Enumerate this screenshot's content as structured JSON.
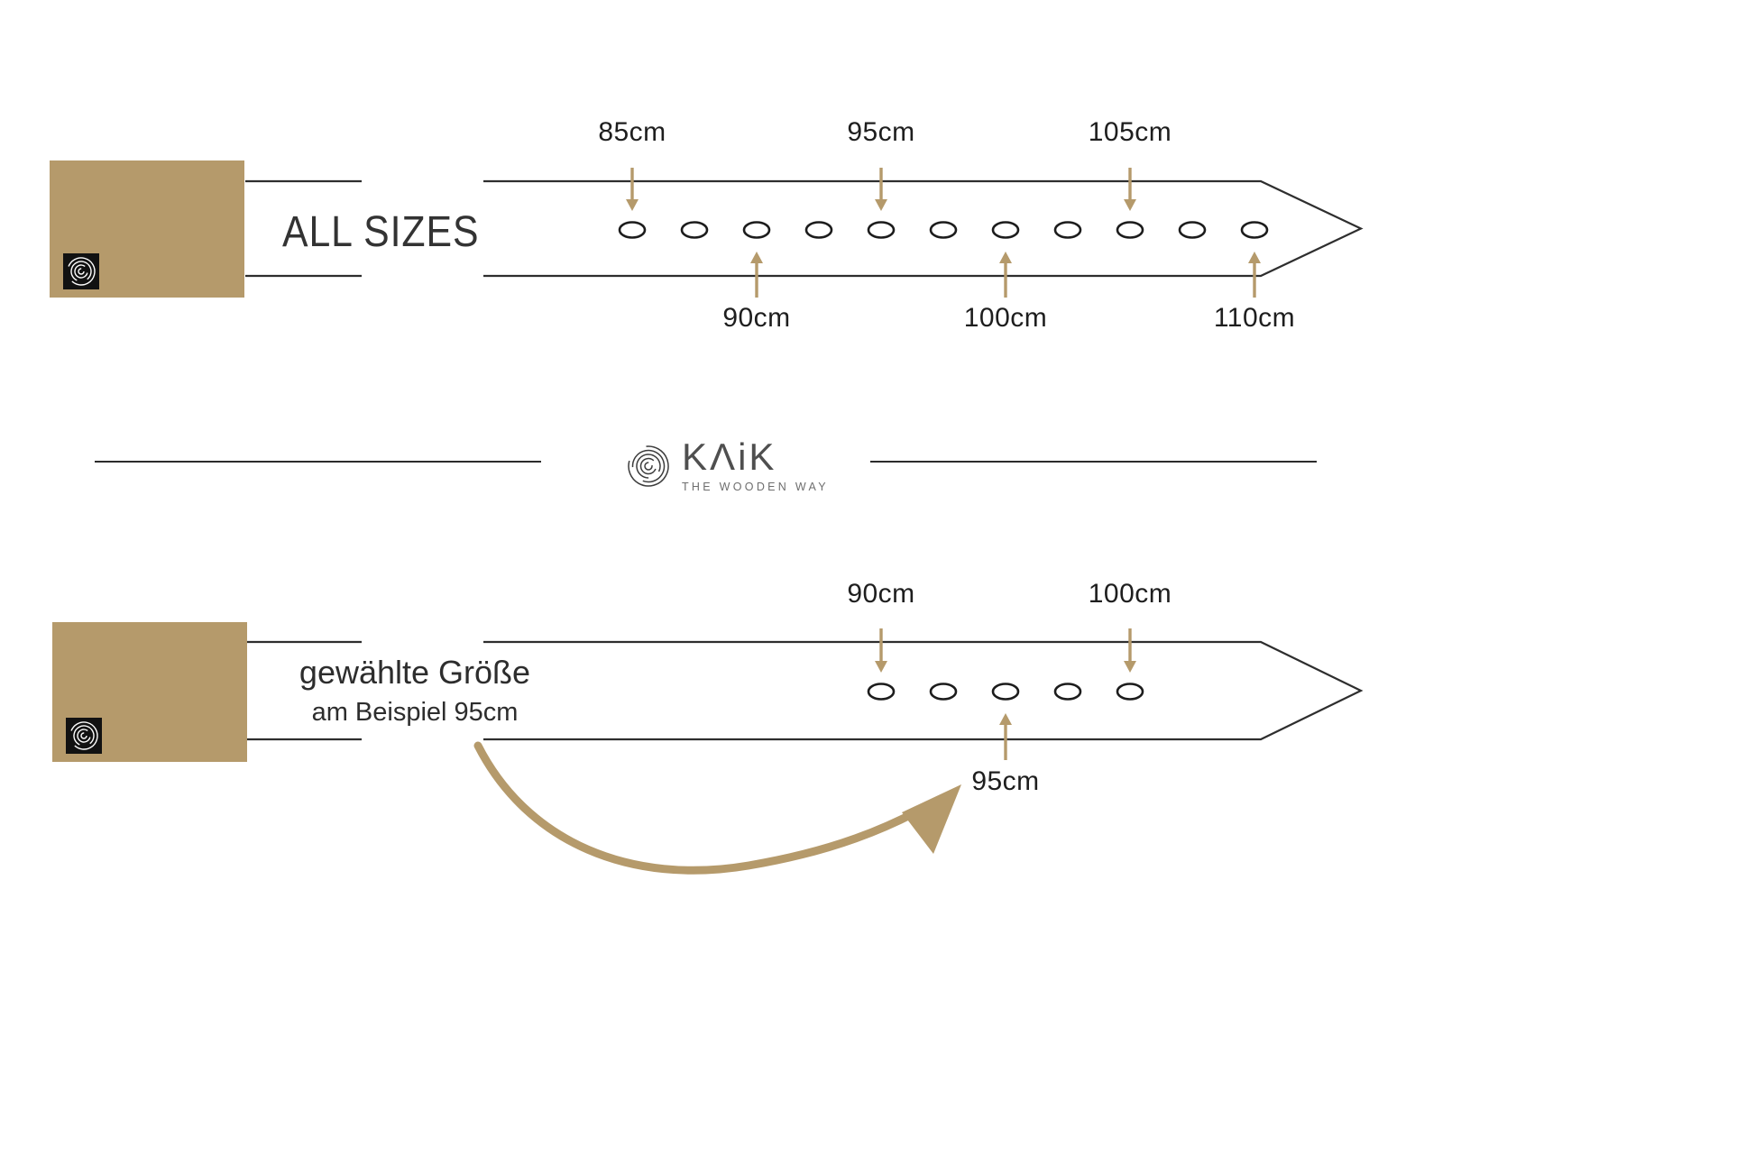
{
  "colors": {
    "tan": "#b59a6b",
    "ink": "#2e2e2e",
    "text": "#1e1e1e"
  },
  "logo": {
    "brand": "KΛiK",
    "tagline": "THE WOODEN WAY"
  },
  "top_belt": {
    "title": "ALL SIZES",
    "hole_count": 11,
    "labels_above": [
      {
        "text": "85cm",
        "hole": 0
      },
      {
        "text": "95cm",
        "hole": 4
      },
      {
        "text": "105cm",
        "hole": 8
      }
    ],
    "labels_below": [
      {
        "text": "90cm",
        "hole": 2
      },
      {
        "text": "100cm",
        "hole": 6
      },
      {
        "text": "110cm",
        "hole": 10
      }
    ]
  },
  "bottom_belt": {
    "title": "gewählte Größe",
    "subtitle": "am Beispiel 95cm",
    "hole_count": 5,
    "labels_above": [
      {
        "text": "90cm",
        "hole": 0
      },
      {
        "text": "100cm",
        "hole": 4
      }
    ],
    "labels_below": [
      {
        "text": "95cm",
        "hole": 2
      }
    ]
  }
}
